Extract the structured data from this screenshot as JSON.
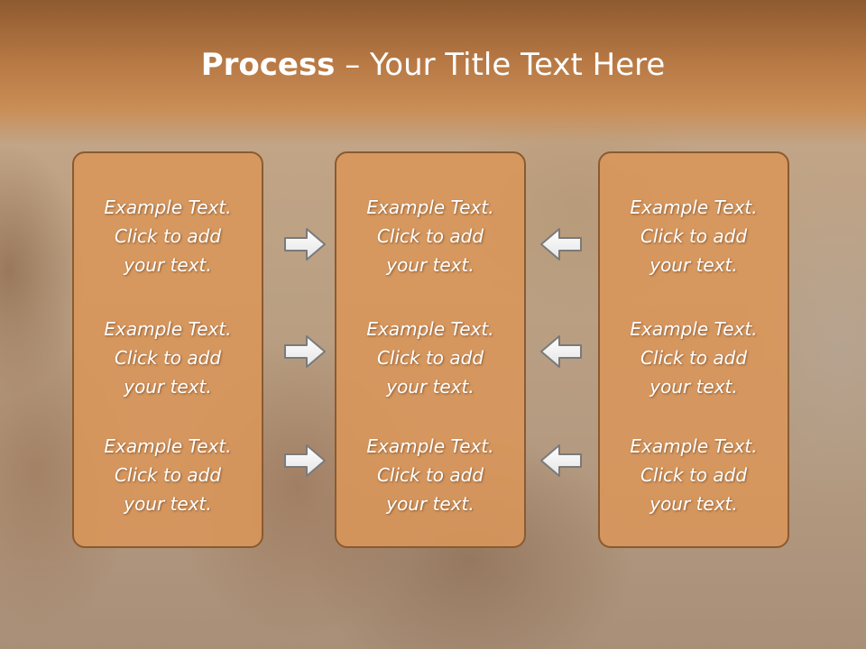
{
  "slide": {
    "title_bold": "Process",
    "title_rest": " – Your Title Text Here"
  },
  "columns": [
    {
      "items": [
        {
          "lines": [
            "Example Text.",
            "Click  to add",
            "your text."
          ]
        },
        {
          "lines": [
            "Example Text.",
            "Click  to add",
            "your text."
          ]
        },
        {
          "lines": [
            "Example Text.",
            "Click  to add",
            "your text."
          ]
        }
      ]
    },
    {
      "items": [
        {
          "lines": [
            "Example Text.",
            "Click  to add",
            "your text."
          ]
        },
        {
          "lines": [
            "Example Text.",
            "Click  to add",
            "your text."
          ]
        },
        {
          "lines": [
            "Example Text.",
            "Click  to add",
            "your text."
          ]
        }
      ]
    },
    {
      "items": [
        {
          "lines": [
            "Example Text.",
            "Click  to add",
            "your text."
          ]
        },
        {
          "lines": [
            "Example Text.",
            "Click  to add",
            "your text."
          ]
        },
        {
          "lines": [
            "Example Text.",
            "Click  to add",
            "your text."
          ]
        }
      ]
    }
  ],
  "arrows": {
    "left_group": [
      "arrow-right-icon",
      "arrow-right-icon",
      "arrow-right-icon"
    ],
    "right_group": [
      "arrow-left-icon",
      "arrow-left-icon",
      "arrow-left-icon"
    ]
  },
  "colors": {
    "header": "#b97a45",
    "box_fill": "#da965a",
    "box_border": "#8a5a32",
    "text": "#ffffff"
  }
}
